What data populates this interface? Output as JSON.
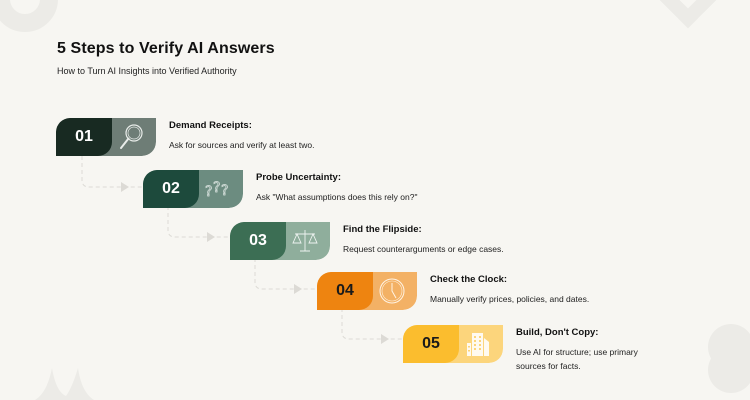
{
  "header": {
    "title": "5 Steps to Verify AI Answers",
    "subtitle": "How to Turn AI Insights into Verified Authority"
  },
  "steps": [
    {
      "number": "01",
      "title": "Demand Receipts:",
      "description": "Ask for sources and verify at least two.",
      "icon": "magnifier-icon",
      "dark_color": "#182a22",
      "light_color": "#6e7d76",
      "number_color": "#ffffff"
    },
    {
      "number": "02",
      "title": "Probe Uncertainty:",
      "description": "Ask \"What assumptions does this rely on?\"",
      "icon": "question-marks-icon",
      "dark_color": "#1d4a3c",
      "light_color": "#6c8c80",
      "number_color": "#ffffff"
    },
    {
      "number": "03",
      "title": "Find the Flipside:",
      "description": "Request counterarguments or edge cases.",
      "icon": "scales-icon",
      "dark_color": "#3c6e54",
      "light_color": "#8fae9c",
      "number_color": "#ffffff"
    },
    {
      "number": "04",
      "title": "Check the Clock:",
      "description": "Manually verify prices, policies, and dates.",
      "icon": "clock-icon",
      "dark_color": "#ee8410",
      "light_color": "#f3b165",
      "number_color": "#1a1a1a"
    },
    {
      "number": "05",
      "title": "Build, Don't Copy:",
      "description": "Use AI for structure; use primary sources for facts.",
      "icon": "buildings-icon",
      "dark_color": "#fbbd2e",
      "light_color": "#fcd57c",
      "number_color": "#1a1a1a"
    }
  ],
  "colors": {
    "background": "#f7f6f2",
    "connector": "#dcdad5",
    "decoration": "#ecebe7"
  }
}
